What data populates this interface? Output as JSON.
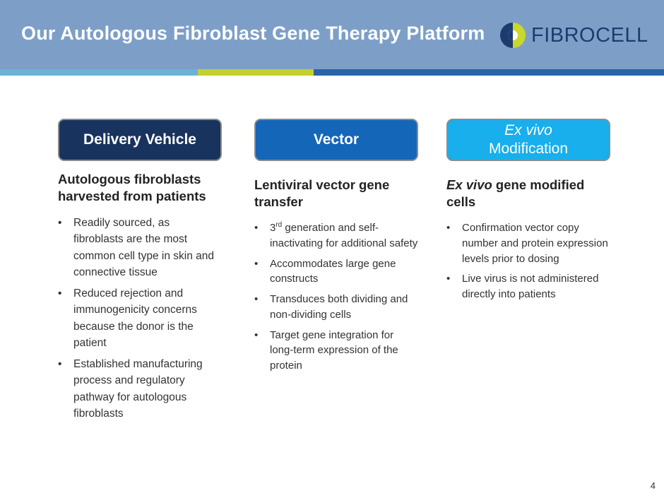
{
  "header": {
    "title": "Our Autologous Fibroblast Gene Therapy Platform",
    "logo_text": "FIBROCELL"
  },
  "columns": [
    {
      "tag": "Delivery Vehicle",
      "subhead": "Autologous fibroblasts harvested from patients",
      "bullets": [
        "Readily sourced, as fibroblasts are the most common cell type in skin and connective tissue",
        "Reduced rejection and immunogenicity concerns because the donor is the patient",
        "Established manufacturing process and regulatory pathway for autologous fibroblasts"
      ]
    },
    {
      "tag": "Vector",
      "subhead": "Lentiviral vector gene transfer",
      "bullet1_pre": "3",
      "bullet1_sup": "rd",
      "bullet1_post": " generation and self-inactivating for additional safety",
      "bullets": [
        "Accommodates large gene constructs",
        "Transduces both dividing and non-dividing cells",
        "Target gene integration for long-term expression of the protein"
      ]
    },
    {
      "tag_italic": "Ex vivo",
      "tag_rest": "Modification",
      "subhead_italic": "Ex vivo",
      "subhead_rest": " gene modified cells",
      "bullets": [
        "Confirmation vector copy number and protein expression levels prior to dosing",
        "Live virus is not administered directly into patients"
      ]
    }
  ],
  "bullet_char": "•",
  "page_number": "4",
  "colors": {
    "header_bg": "#7d9fc7",
    "stripe_light_blue": "#6ab3d6",
    "stripe_green": "#c3d02e",
    "stripe_dark_blue": "#2a64a6",
    "pill_navy": "#18335e",
    "pill_blue": "#1466b8",
    "pill_cyan": "#19aeec"
  }
}
